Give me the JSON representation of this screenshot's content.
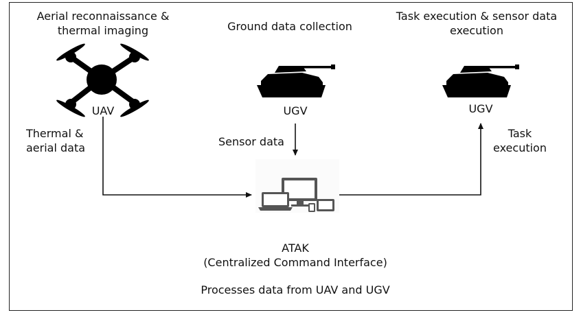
{
  "nodes": {
    "uav": {
      "caption_lines": [
        "Aerial reconnaissance &",
        "thermal imaging"
      ],
      "label": "UAV",
      "icon": "drone-icon"
    },
    "ugv_collect": {
      "caption_lines": [
        "Ground data collection"
      ],
      "label": "UGV",
      "icon": "tank-icon"
    },
    "ugv_exec": {
      "caption_lines": [
        "Task execution & sensor data",
        "execution"
      ],
      "label": "UGV",
      "icon": "tank-icon"
    },
    "atak": {
      "label_lines": [
        "ATAK",
        "(Centralized Command Interface)"
      ],
      "description": "Processes data from UAV and UGV",
      "icon": "devices-icon"
    }
  },
  "edges": {
    "uav_to_atak": {
      "label_lines": [
        "Thermal &",
        "aerial data"
      ]
    },
    "ugv_to_atak": {
      "label_lines": [
        "Sensor data"
      ]
    },
    "atak_to_ugv": {
      "label_lines": [
        "Task",
        "execution"
      ]
    }
  },
  "colors": {
    "ink": "#000000",
    "line": "#111111",
    "device": "#555555",
    "screen": "#ffffff"
  }
}
